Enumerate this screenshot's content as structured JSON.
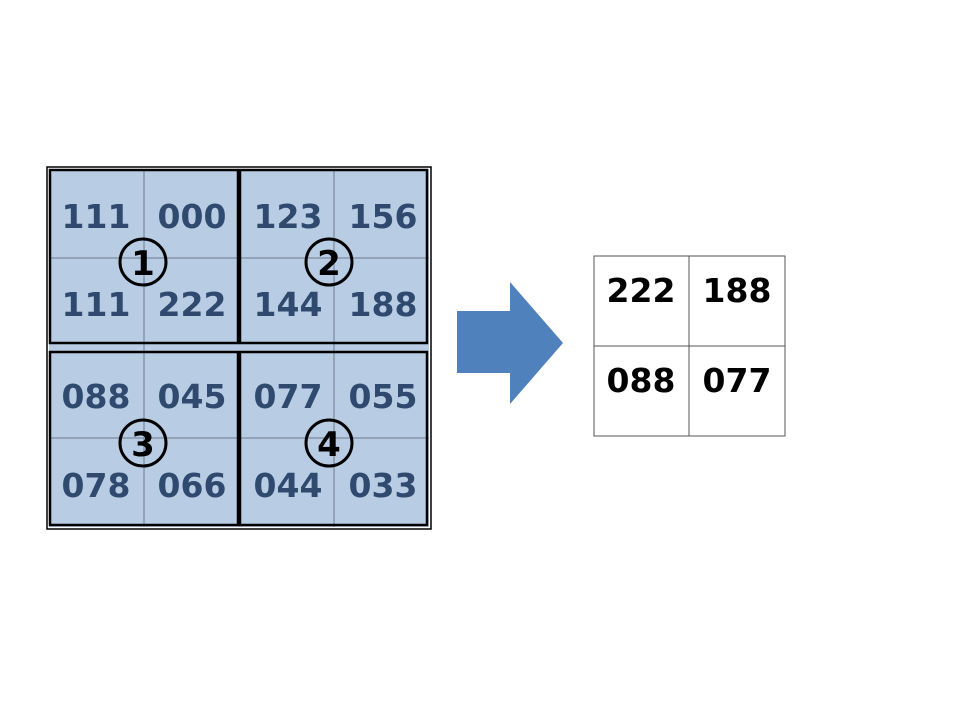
{
  "input_grid": {
    "rows": [
      [
        "111",
        "000",
        "123",
        "156"
      ],
      [
        "111",
        "222",
        "144",
        "188"
      ],
      [
        "088",
        "045",
        "077",
        "055"
      ],
      [
        "078",
        "066",
        "044",
        "033"
      ]
    ],
    "quadrant_labels": [
      "1",
      "2",
      "3",
      "4"
    ]
  },
  "output_grid": {
    "rows": [
      [
        "222",
        "188"
      ],
      [
        "088",
        "077"
      ]
    ]
  },
  "colors": {
    "cell_fill": "#b8cce4",
    "cell_text": "#2f4a6e",
    "arrow": "#4f81bd",
    "border": "#000000"
  }
}
